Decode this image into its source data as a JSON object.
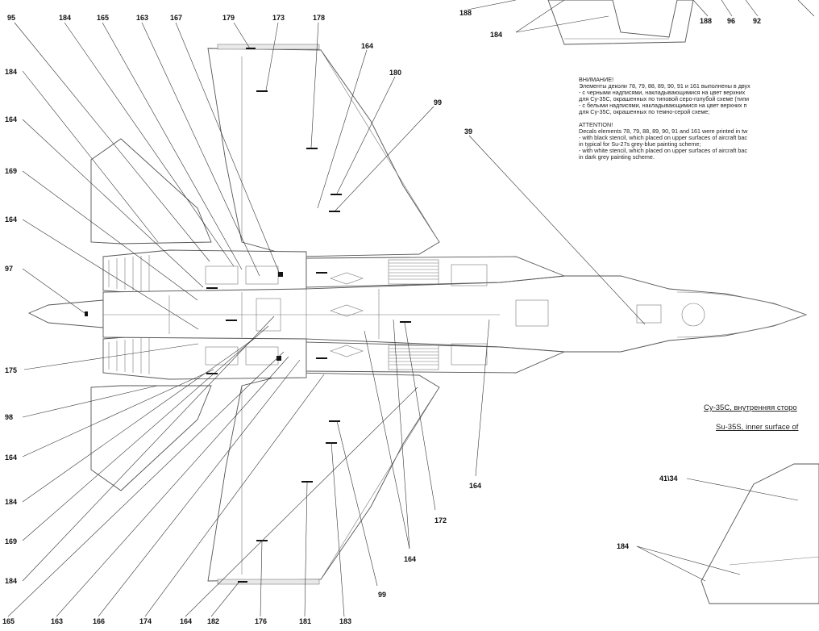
{
  "figure": {
    "notice_ru": {
      "heading": "ВНИМАНИЕ!",
      "lines": [
        "Элементы деколи 78, 79, 88, 89, 90, 91 и 161 выполнены в двух",
        "- с черными надписями, накладывающимися на цвет верхних",
        "для Су-35С, окрашенных по типовой серо-голубой схеме (типи",
        "- с белыми надписями, накладывающимися на цвет верхних п",
        "для Су-35С, окрашенных по темно-серой схеме;"
      ]
    },
    "notice_en": {
      "heading": "ATTENTION!",
      "lines": [
        "Decals elements 78, 79, 88, 89, 90, 91 and 161 were printed in tw",
        "- with black stencil, which placed on upper surfaces of aircraft bac",
        "in typical for Su-27s grey-blue painting scheme;",
        "- with white stencil, which placed on upper surfaces of aircraft bac",
        "in dark grey painting scheme."
      ]
    },
    "caption_ru": "Су-35С, внутренняя сторо",
    "caption_en": "Su-35S, inner surface of",
    "callouts": {
      "top": [
        "95",
        "184",
        "165",
        "163",
        "167",
        "179",
        "173",
        "178"
      ],
      "top_right": [
        "188",
        "188",
        "96",
        "92",
        "184"
      ],
      "left": [
        "184",
        "164",
        "169",
        "164",
        "97",
        "175",
        "98",
        "164",
        "184",
        "169",
        "184"
      ],
      "bottom": [
        "165",
        "163",
        "166",
        "174",
        "164",
        "182",
        "176",
        "181",
        "183"
      ],
      "interior": [
        "164",
        "180",
        "99",
        "39",
        "164",
        "172",
        "164",
        "99",
        "41\\34",
        "184"
      ]
    }
  }
}
